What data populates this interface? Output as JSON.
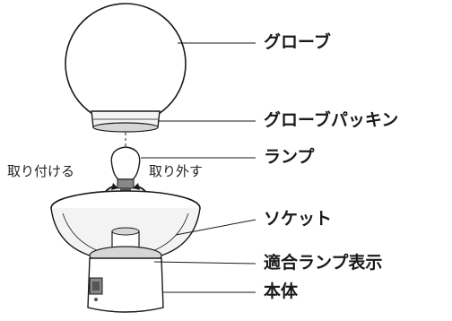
{
  "labels": {
    "globe": "グローブ",
    "globe_packing": "グローブパッキン",
    "lamp": "ランプ",
    "socket": "ソケット",
    "compatible_lamp_display": "適合ランプ表示",
    "body": "本体"
  },
  "actions": {
    "attach": "取り付ける",
    "remove": "取り外す"
  },
  "colors": {
    "line": "#1a1a1a",
    "light_fill": "#f3f3f3",
    "mid_fill": "#d6d6d6",
    "dark_fill": "#888888"
  }
}
